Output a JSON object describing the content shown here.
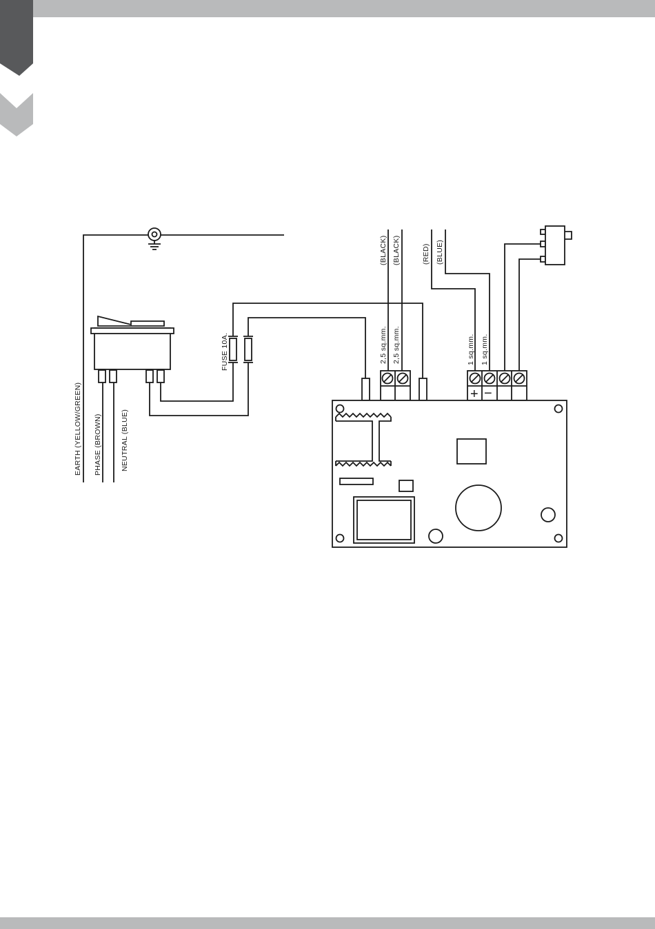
{
  "colors": {
    "top_bar": "#b9babb",
    "bottom_bar": "#b9babb",
    "tab_dark": "#58595b",
    "tab_light": "#b9babb",
    "line": "#1a1a1a"
  },
  "mains_labels": {
    "earth": "EARTH (YELLOW/GREEN)",
    "phase": "PHASE (BROWN)",
    "neutral": "NEUTRAL (BLUE)"
  },
  "fuse_label": "FUSE 10A.",
  "motor_wires": {
    "color_1": "(BLACK)",
    "color_2": "(BLACK)",
    "section_1": "2,5 sq.mm.",
    "section_2": "2,5 sq.mm."
  },
  "signal_wires": {
    "color_1": "(RED)",
    "color_2": "(BLUE)",
    "section_1": "1 sq.mm.",
    "section_2": "1 sq.mm."
  },
  "terminal_symbols": {
    "plus": "+",
    "minus": "−"
  },
  "icons": {
    "ground": "ground-icon",
    "switch": "rocker-switch-icon",
    "fuse": "fuse-icon",
    "limit_switch": "microswitch-icon",
    "screw": "screw-terminal-icon"
  }
}
